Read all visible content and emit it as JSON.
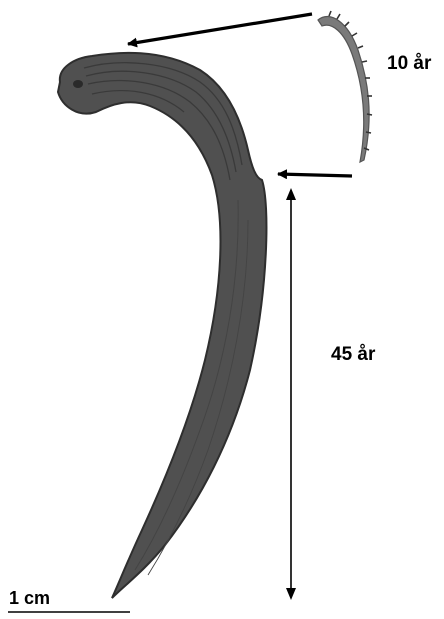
{
  "figure": {
    "labels": {
      "young_age": "10 år",
      "old_age": "45 år",
      "scale": "1 cm"
    },
    "colors": {
      "specimen_fill": "#505050",
      "specimen_edge": "#2e2e2e",
      "growth_lines": "#3a3a3a",
      "small_specimen": "#7a7a7a",
      "arrows": "#000000"
    }
  }
}
